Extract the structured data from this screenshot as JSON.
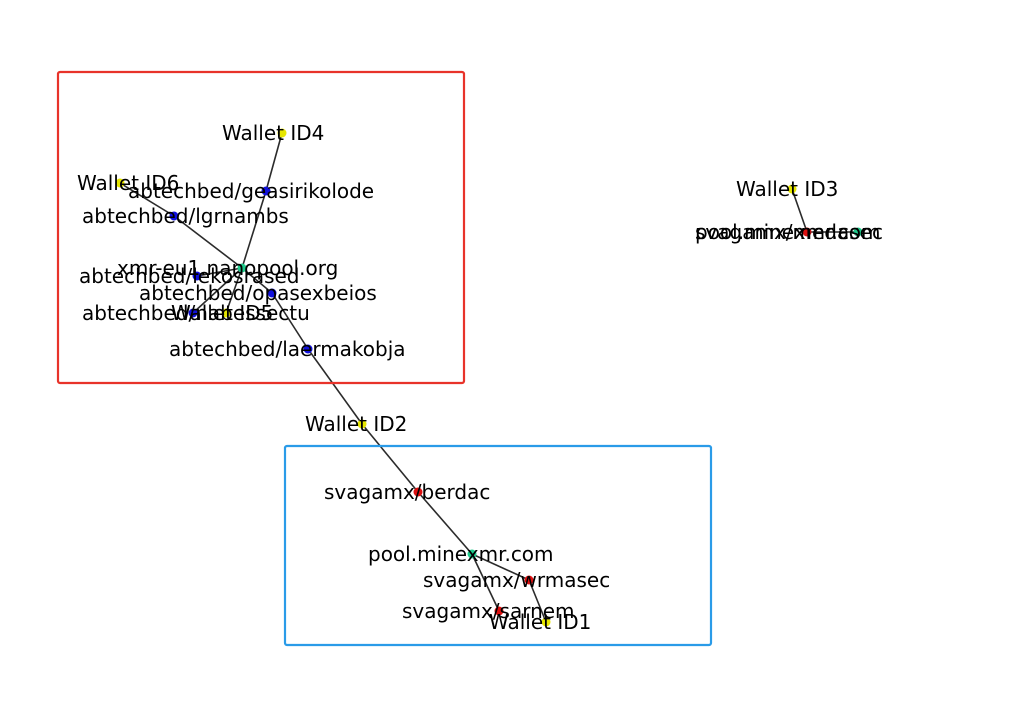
{
  "colors": {
    "wallet": "#e6e600",
    "pool": "#1ec98a",
    "abtech": "#1111dd",
    "svagamx": "#dd1111",
    "edge": "#2b2b2b",
    "group_a": "#e8332a",
    "group_b": "#2a9be8"
  },
  "groups": [
    {
      "id": "group-red",
      "color": "group_a"
    },
    {
      "id": "group-blue",
      "color": "group_b"
    }
  ],
  "nodes": [
    {
      "id": "w4",
      "label": "Wallet ID4",
      "kind": "wallet"
    },
    {
      "id": "w6",
      "label": "Wallet ID6",
      "kind": "wallet"
    },
    {
      "id": "geas",
      "label": "abtechbed/geasirikolode",
      "kind": "abtech"
    },
    {
      "id": "lgrn",
      "label": "abtechbed/lgrnambs",
      "kind": "abtech"
    },
    {
      "id": "pool1",
      "label": "xmr-eu1.nanopool.org",
      "kind": "pool"
    },
    {
      "id": "leko",
      "label": "abtechbed/lekosrased",
      "kind": "abtech"
    },
    {
      "id": "pase",
      "label": "abtechbed/opasexbeios",
      "kind": "abtech"
    },
    {
      "id": "w5",
      "label": "Wallet ID5",
      "kind": "wallet"
    },
    {
      "id": "nabe",
      "label": "abtechbed/nabessectu",
      "kind": "abtech"
    },
    {
      "id": "laer",
      "label": "abtechbed/laermakobja",
      "kind": "abtech"
    },
    {
      "id": "w2",
      "label": "Wallet ID2",
      "kind": "wallet"
    },
    {
      "id": "berd",
      "label": "svagamx/berdac",
      "kind": "svagamx"
    },
    {
      "id": "pool2",
      "label": "pool.minexmr.com",
      "kind": "pool"
    },
    {
      "id": "wrma",
      "label": "svagamx/wrmasec",
      "kind": "svagamx"
    },
    {
      "id": "sarn",
      "label": "svagamx/sarnem",
      "kind": "svagamx"
    },
    {
      "id": "w1",
      "label": "Wallet ID1",
      "kind": "wallet"
    },
    {
      "id": "w3",
      "label": "Wallet ID3",
      "kind": "wallet"
    },
    {
      "id": "mede",
      "label": "svagamx/medasec",
      "kind": "svagamx"
    },
    {
      "id": "pool3",
      "label": "pool.minexmr.com",
      "kind": "pool"
    }
  ],
  "edges": [
    [
      "w4",
      "geas"
    ],
    [
      "geas",
      "pool1"
    ],
    [
      "w6",
      "lgrn"
    ],
    [
      "lgrn",
      "pool1"
    ],
    [
      "leko",
      "pool1"
    ],
    [
      "pool1",
      "pase"
    ],
    [
      "pool1",
      "w5"
    ],
    [
      "pool1",
      "nabe"
    ],
    [
      "pase",
      "laer"
    ],
    [
      "laer",
      "w2"
    ],
    [
      "w2",
      "berd"
    ],
    [
      "berd",
      "pool2"
    ],
    [
      "pool2",
      "wrma"
    ],
    [
      "pool2",
      "sarn"
    ],
    [
      "wrma",
      "w1"
    ],
    [
      "w3",
      "mede"
    ],
    [
      "mede",
      "pool3"
    ]
  ]
}
